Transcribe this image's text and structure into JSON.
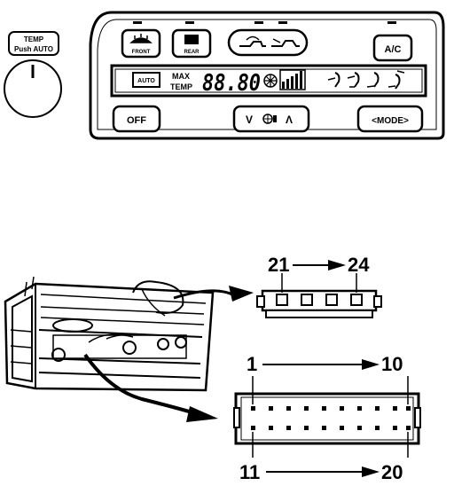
{
  "knob": {
    "label_line1": "TEMP",
    "label_line2": "Push AUTO"
  },
  "panel": {
    "buttons": {
      "front": "FRONT",
      "rear": "REAR",
      "ac": "A/C",
      "off": "OFF",
      "fan_down": "V",
      "fan_up": "Λ",
      "mode": "<MODE>"
    },
    "display": {
      "auto": "AUTO",
      "max": "MAX",
      "temp": "TEMP",
      "digits": "88.80"
    }
  },
  "connectors": {
    "upper": {
      "start_pin": "21",
      "end_pin": "24"
    },
    "lower": {
      "top_left": "1",
      "top_right": "10",
      "bottom_left": "11",
      "bottom_right": "20"
    }
  }
}
